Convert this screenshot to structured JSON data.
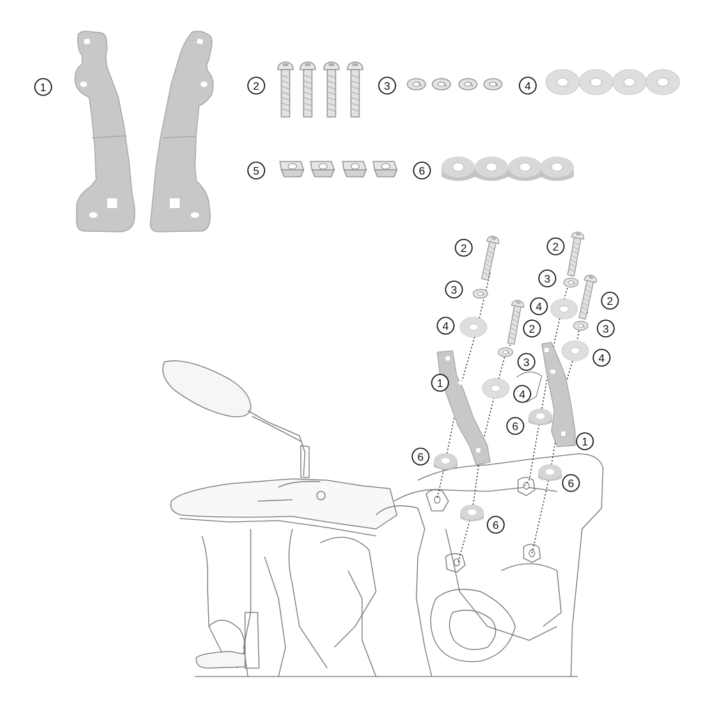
{
  "callouts": {
    "legend": [
      "1",
      "2",
      "3",
      "4",
      "5",
      "6"
    ],
    "assembly": {
      "left_bolt": "2",
      "left_lock_washer": "3",
      "left_flat_washer": "4",
      "left_bracket": "1",
      "left_spacer": "6",
      "center_bolt": "2",
      "center_lock_washer": "3",
      "center_flat_washer": "4",
      "center_spacer_upper": "6",
      "center_spacer_lower": "6",
      "right_bolt_rear": "2",
      "right_lock_washer_rear": "3",
      "right_flat_washer_rear": "4",
      "right_bolt_front": "2",
      "right_lock_washer_front": "3",
      "right_flat_washer_front": "4",
      "right_bracket": "1",
      "right_spacer": "6"
    }
  },
  "colors": {
    "part_fill": "#c8c8c8",
    "part_light": "#e6e6e6",
    "outline": "#9a9a9a",
    "bike_line": "#777777",
    "callout_stroke": "#111111"
  }
}
